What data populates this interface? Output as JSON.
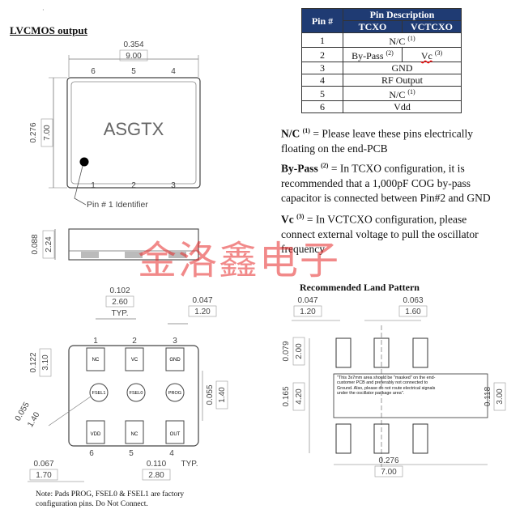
{
  "header": {
    "section_title": "LVCMOS output"
  },
  "pin_table": {
    "header_pin": "Pin #",
    "header_desc": "Pin Description",
    "header_tcxo": "TCXO",
    "header_vctcxo": "VCTCXO",
    "rows": [
      {
        "pin": "1",
        "desc": "N/C",
        "sup": "(1)"
      },
      {
        "pin": "2",
        "tcxo": "By-Pass",
        "tcxo_sup": "(2)",
        "vctcxo": "Vc",
        "vctcxo_sup": "(3)"
      },
      {
        "pin": "3",
        "desc": "GND"
      },
      {
        "pin": "4",
        "desc": "RF Output"
      },
      {
        "pin": "5",
        "desc": "N/C",
        "sup": "(1)"
      },
      {
        "pin": "6",
        "desc": "Vdd"
      }
    ]
  },
  "notes": [
    {
      "term": "N/C",
      "sup": "(1)",
      "text": " = Please leave these pins electrically floating on the end-PCB"
    },
    {
      "term": "By-Pass",
      "sup": "(2)",
      "text": " = In TCXO configuration, it is recommended that a 1,000pF COG by-pass capacitor is connected between Pin#2 and GND"
    },
    {
      "term": "Vc",
      "sup": "(3)",
      "text": " = In VCTCXO configuration, please connect external voltage to pull the oscillator frequency"
    }
  ],
  "watermark": "金洛鑫电子",
  "top_view": {
    "width_in": "0.354",
    "width_mm": "9.00",
    "height_in": "0.276",
    "height_mm": "7.00",
    "marking": "ASGTX",
    "pins_top": [
      "6",
      "5",
      "4"
    ],
    "pins_bottom": [
      "1",
      "2",
      "3"
    ],
    "pin1_label": "Pin # 1 Identifier"
  },
  "side_view": {
    "height_in": "0.088",
    "height_mm": "2.24"
  },
  "bottom_view": {
    "pitch_in": "0.102",
    "pitch_mm": "2.60",
    "pitch_typ": "TYP.",
    "pad_w_in": "0.047",
    "pad_w_mm": "1.20",
    "pad_h_in": "0.122",
    "pad_h_mm": "3.10",
    "row_gap_in": "0.055",
    "row_gap_mm": "1.40",
    "circle_in": "0.055",
    "circle_mm": "1.40",
    "edge_in": "0.067",
    "edge_mm": "1.70",
    "pitch2_in": "0.110",
    "pitch2_mm": "2.80",
    "pitch2_typ": "TYP.",
    "pins_top": [
      "1",
      "2",
      "3"
    ],
    "pins_bottom": [
      "6",
      "5",
      "4"
    ],
    "pad_labels_top": [
      "NC",
      "VC",
      "GND"
    ],
    "pad_labels_mid": [
      "FSEL1",
      "FSEL0",
      "PROG"
    ],
    "pad_labels_bottom": [
      "VDD",
      "NC",
      "OUT"
    ]
  },
  "bottom_note": "Note: Pads PROG, FSEL0 & FSEL1 are factory configuration pins. Do Not Connect.",
  "land_pattern": {
    "title": "Recommended Land Pattern",
    "pad_w_in": "0.047",
    "pad_w_mm": "1.20",
    "pitch_in": "0.063",
    "pitch_mm": "1.60",
    "pad_h_in": "0.079",
    "pad_h_mm": "2.00",
    "span_in": "0.165",
    "span_mm": "4.20",
    "inner_in": "0.118",
    "inner_mm": "3.00",
    "total_in": "0.276",
    "total_mm": "7.00",
    "mask_note": "\"This 3x7mm area should be \"masked\" on the end-customer PCB and preferably not connected to Ground. Also, please do not route electrical signals under the oscillator package area\"."
  }
}
